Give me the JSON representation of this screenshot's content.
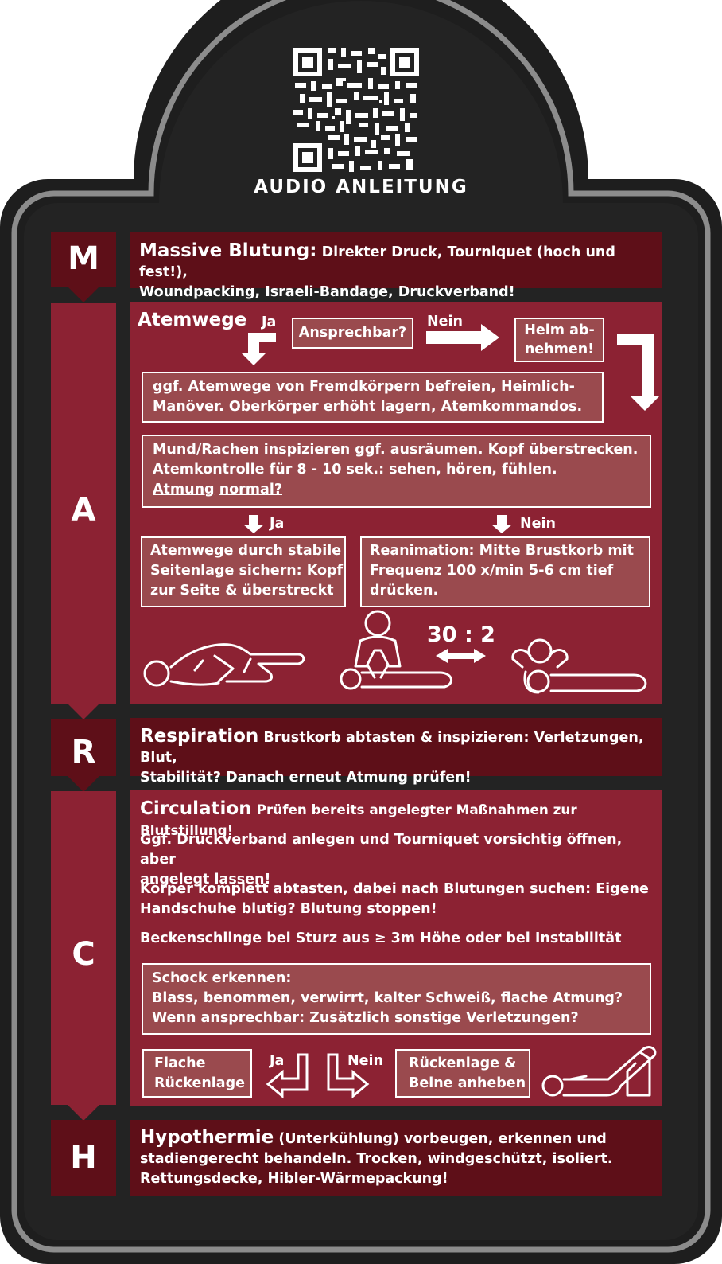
{
  "header": {
    "audio_label": "AUDIO ANLEITUNG",
    "qr_icon": "qr-code-icon"
  },
  "colors": {
    "frame_outer": "#1e1e1e",
    "frame_ring": "#8c8c8c",
    "panel_bg": "#232323",
    "red_dark": "#5e0f18",
    "red_panel": "#8c2233",
    "box_fill": "#9a4a4e"
  },
  "sections": {
    "m": {
      "letter": "M",
      "title": "Massive Blutung:",
      "line1": "Direkter Druck, Tourniquet (hoch und fest!),",
      "line2": "Woundpacking, Israeli-Bandage, Druckverband!"
    },
    "a": {
      "letter": "A",
      "title": "Atemwege",
      "ja1": "Ja",
      "ansprechbar": "Ansprechbar?",
      "nein1": "Nein",
      "helm_line1": "Helm ab-",
      "helm_line2": "nehmen!",
      "box1_line1": "ggf. Atemwege von Fremdkörpern befreien, Heimlich-",
      "box1_line2": "Manöver. Oberkörper erhöht lagern, Atemkommandos.",
      "box2_line1": "Mund/Rachen inspizieren ggf. ausräumen. Kopf überstrecken.",
      "box2_line2": "Atemkontrolle für 8 - 10 sek.: sehen, hören, fühlen.",
      "box2_line3a": "Atmung",
      "box2_line3b": "normal?",
      "ja2": "Ja",
      "nein2": "Nein",
      "left_line1": "Atemwege durch stabile",
      "left_line2": "Seitenlage sichern: Kopf",
      "left_line3": "zur Seite & überstreckt",
      "right_title": "Reanimation:",
      "right_line1": "Mitte Brustkorb mit",
      "right_line2": "Frequenz 100 x/min 5-6 cm tief",
      "right_line3": "drücken.",
      "ratio": "30 : 2",
      "icons": [
        "recovery-position-icon",
        "cpr-compression-icon",
        "rescue-breath-icon"
      ]
    },
    "r": {
      "letter": "R",
      "title": "Respiration",
      "line1": "Brustkorb abtasten & inspizieren: Verletzungen, Blut,",
      "line2": "Stabilität? Danach erneut Atmung prüfen!"
    },
    "c": {
      "letter": "C",
      "title": "Circulation",
      "title_rest": "Prüfen bereits angelegter Maßnahmen zur Blutstillung!",
      "p1_line1": "Ggf. Druckverband anlegen und Tourniquet vorsichtig öffnen, aber",
      "p1_line2": "angelegt lassen!",
      "p2_line1": "Körper komplett abtasten, dabei nach Blutungen suchen: Eigene",
      "p2_line2": "Handschuhe blutig? Blutung stoppen!",
      "p3": "Beckenschlinge bei Sturz aus ≥ 3m Höhe oder bei Instabilität",
      "shock_line1": "Schock erkennen:",
      "shock_line2": "Blass, benommen, verwirrt, kalter Schweiß, flache Atmung?",
      "shock_line3": "Wenn ansprechbar: Zusätzlich sonstige Verletzungen?",
      "flat_line1": "Flache",
      "flat_line2": "Rückenlage",
      "ja": "Ja",
      "nein": "Nein",
      "legs_line1": "Rückenlage &",
      "legs_line2": "Beine anheben",
      "icons": [
        "legs-raised-position-icon"
      ]
    },
    "h": {
      "letter": "H",
      "title": "Hypothermie",
      "line1_rest": "(Unterkühlung) vorbeugen, erkennen und",
      "line2": "stadiengerecht behandeln. Trocken, windgeschützt, isoliert.",
      "line3": "Rettungsdecke, Hibler-Wärmepackung!"
    }
  }
}
